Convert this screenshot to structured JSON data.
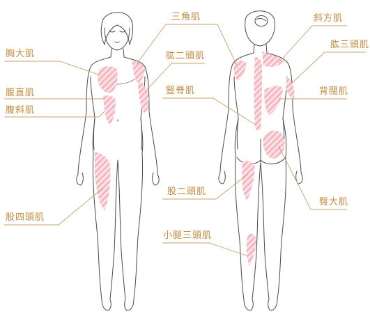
{
  "labels": {
    "pectoralis": "胸大肌",
    "rectus_abdominis": "腹直肌",
    "obliques": "腹斜肌",
    "quadriceps": "股四頭肌",
    "deltoid": "三角肌",
    "biceps": "肱二頭肌",
    "erector_spinae": "豎脊肌",
    "hamstrings": "股二頭肌",
    "calf": "小腿三頭肌",
    "trapezius": "斜方肌",
    "triceps": "肱三頭肌",
    "lats": "背闊肌",
    "gluteus": "臀大肌"
  },
  "colors": {
    "body_outline": "#4a4a4a",
    "muscle_fill": "#f4b6c0",
    "muscle_stripe": "#f7c9d1",
    "label_text": "#c48a3c",
    "leader_line": "#c9a36b"
  }
}
